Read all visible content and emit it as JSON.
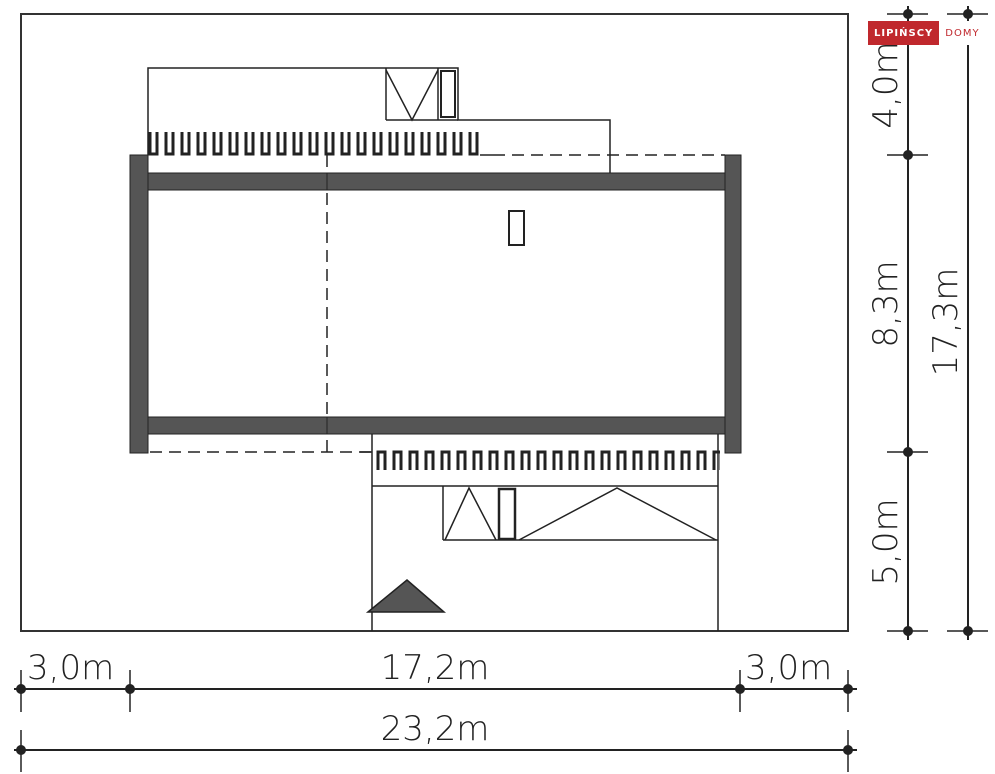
{
  "logo": {
    "brand_primary": "LIPIŃSCY",
    "brand_secondary": "DOMY",
    "color": "#c0282d"
  },
  "diagram": {
    "type": "site-plan",
    "plot_outline": "rectangle",
    "wall_color": "#555555",
    "line_color": "#222222"
  },
  "dimensions": {
    "horizontal": {
      "left_setback": "3,0m",
      "house_width": "17,2m",
      "right_setback": "3,0m",
      "total_width": "23,2m"
    },
    "vertical": {
      "top_setback": "4,0m",
      "house_depth": "8,3m",
      "bottom_setback": "5,0m",
      "total_depth": "17,3m"
    }
  }
}
